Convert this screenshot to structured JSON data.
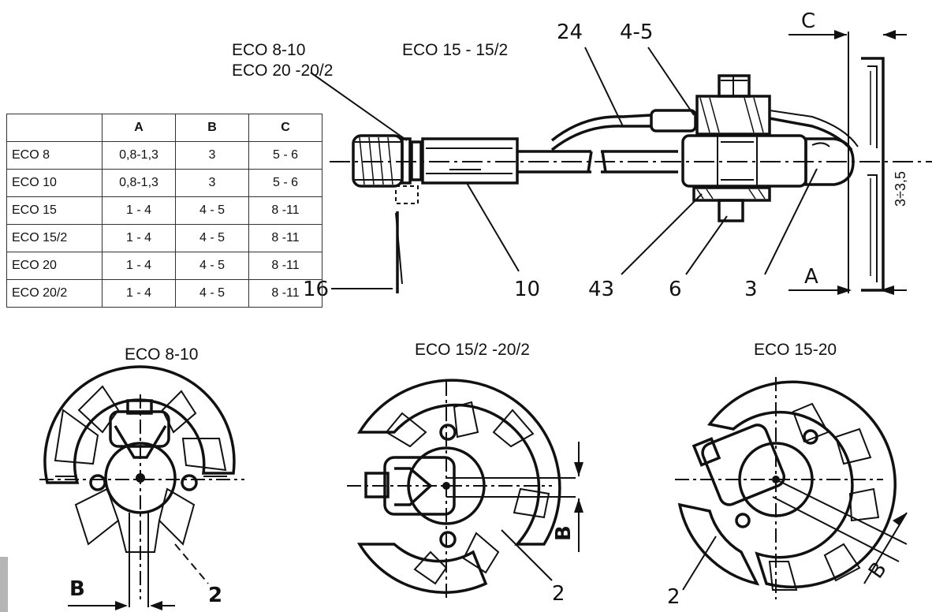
{
  "top_labels": {
    "eco_8_10": "ECO 8-10",
    "eco_20_20_2": "ECO 20 -20/2",
    "eco_15_15_2": "ECO 15 - 15/2"
  },
  "part_numbers": {
    "p24": "24",
    "p4_5": "4-5",
    "pC": "C",
    "p16": "16",
    "p10": "10",
    "p43": "43",
    "p6": "6",
    "p3": "3",
    "pA": "A",
    "dim": "3÷3,5"
  },
  "table": {
    "headers": [
      "",
      "A",
      "B",
      "C"
    ],
    "rows": [
      {
        "model": "ECO 8",
        "a": "0,8-1,3",
        "b": "3",
        "c": "5 - 6"
      },
      {
        "model": "ECO 10",
        "a": "0,8-1,3",
        "b": "3",
        "c": "5 - 6"
      },
      {
        "model": "ECO 15",
        "a": "1 - 4",
        "b": "4 - 5",
        "c": "8 -11"
      },
      {
        "model": "ECO 15/2",
        "a": "1 - 4",
        "b": "4 - 5",
        "c": "8 -11"
      },
      {
        "model": "ECO 20",
        "a": "1 - 4",
        "b": "4 - 5",
        "c": "8 -11"
      },
      {
        "model": "ECO 20/2",
        "a": "1 - 4",
        "b": "4 - 5",
        "c": "8 -11"
      }
    ]
  },
  "bottom": {
    "left_caption": "ECO 8-10",
    "mid_caption": "ECO 15/2 -20/2",
    "right_caption": "ECO 15-20",
    "left_B": "B",
    "left_2": "2",
    "mid_B": "B",
    "mid_2": "2",
    "right_B": "B",
    "right_2": "2"
  },
  "colors": {
    "ink": "#111111",
    "side_bar": "#b5b5b5"
  }
}
